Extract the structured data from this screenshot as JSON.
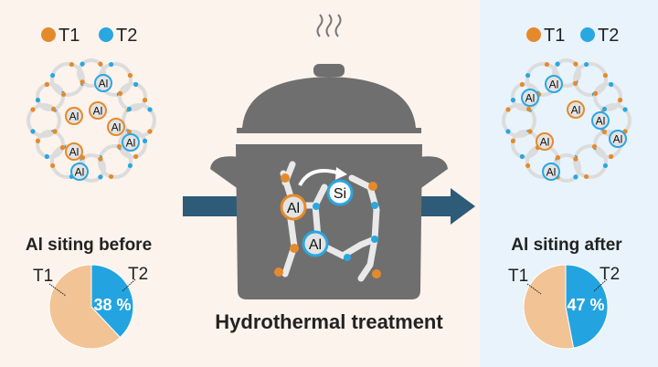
{
  "colors": {
    "t1": "#e58a2b",
    "t2": "#29a7e1",
    "pie_t1": "#f2c394",
    "pie_t2": "#23a4e0",
    "arrow": "#2d5b78",
    "pot": "#6f6f6f",
    "left_bg": "#fbf3ec",
    "right_bg": "#e9f3fb"
  },
  "legend": {
    "t1": "T1",
    "t2": "T2"
  },
  "atom_labels": {
    "al": "Al",
    "si": "Si"
  },
  "before": {
    "title": "Al siting before",
    "t1_label": "T1",
    "t2_label": "T2",
    "t2_percent_text": "38 %"
  },
  "after": {
    "title": "Al siting after",
    "t1_label": "T1",
    "t2_label": "T2",
    "t2_percent_text": "47 %"
  },
  "center": {
    "caption": "Hydrothermal treatment"
  },
  "chart_data": [
    {
      "type": "pie",
      "title": "Al siting before",
      "labels": [
        "T1",
        "T2"
      ],
      "values": [
        62,
        38
      ]
    },
    {
      "type": "pie",
      "title": "Al siting after",
      "labels": [
        "T1",
        "T2"
      ],
      "values": [
        53,
        47
      ]
    }
  ]
}
